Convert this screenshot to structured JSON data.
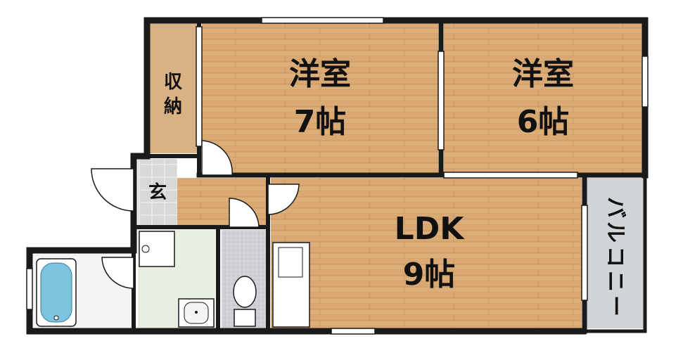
{
  "rooms": {
    "bedroom_7": {
      "name": "洋室",
      "size": "7帖"
    },
    "bedroom_6": {
      "name": "洋室",
      "size": "6帖"
    },
    "ldk": {
      "name": "LDK",
      "size": "9帖"
    },
    "storage": {
      "name_line1": "収",
      "name_line2": "納"
    },
    "entrance": {
      "name": "玄"
    },
    "balcony": {
      "chars": [
        "バ",
        "ル",
        "コ",
        "ニ",
        "ー"
      ]
    }
  },
  "colors": {
    "wall": "#1a1a1a",
    "wood_floor": "#dcae7a",
    "wood_line": "#c99862",
    "storage_floor": "#d8b184",
    "tile_floor": "#e6e6e6",
    "washroom_floor": "#e9eee2",
    "toilet_floor": "#cfd1d6",
    "balcony_floor": "#d2d5d8",
    "bathtub": "#7cc4df"
  }
}
